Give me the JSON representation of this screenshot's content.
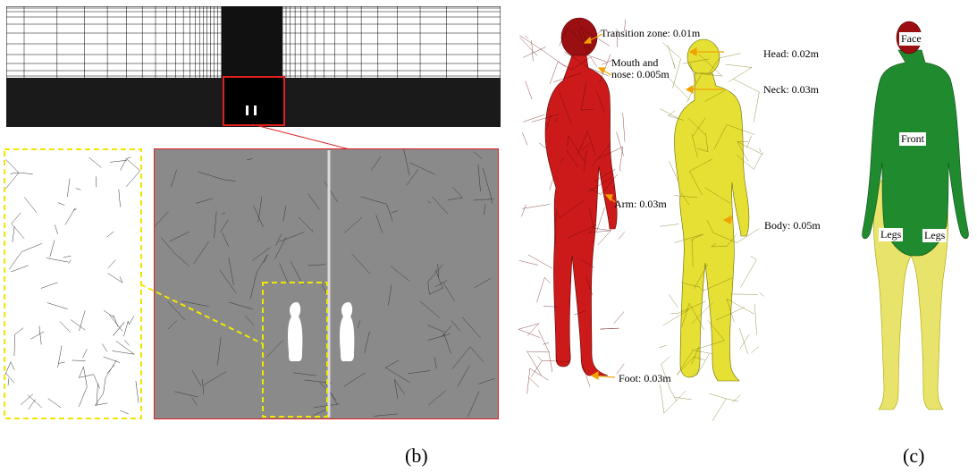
{
  "captions": {
    "b": "(b)",
    "c": "(c)"
  },
  "mesh_labels": {
    "transition": "Transition zone: 0.01m",
    "mouth": "Mouth and\nnose: 0.005m",
    "head": "Head: 0.02m",
    "neck": "Neck: 0.03m",
    "arm": "Arm: 0.03m",
    "body": "Body: 0.05m",
    "foot": "Foot: 0.03m"
  },
  "region_labels": {
    "face": "Face",
    "front": "Front",
    "legs_left": "Legs",
    "legs_right": "Legs"
  },
  "colors": {
    "mannequin_red": "#cc1a1a",
    "mannequin_yellow": "#e6e034",
    "front_green": "#1f8a2e",
    "legs_yellow": "#e8e36a",
    "face_red": "#9a0f12",
    "highlight_red": "#e02020",
    "highlight_yellow": "#f2e600",
    "arrow_orange": "#f0a300"
  }
}
